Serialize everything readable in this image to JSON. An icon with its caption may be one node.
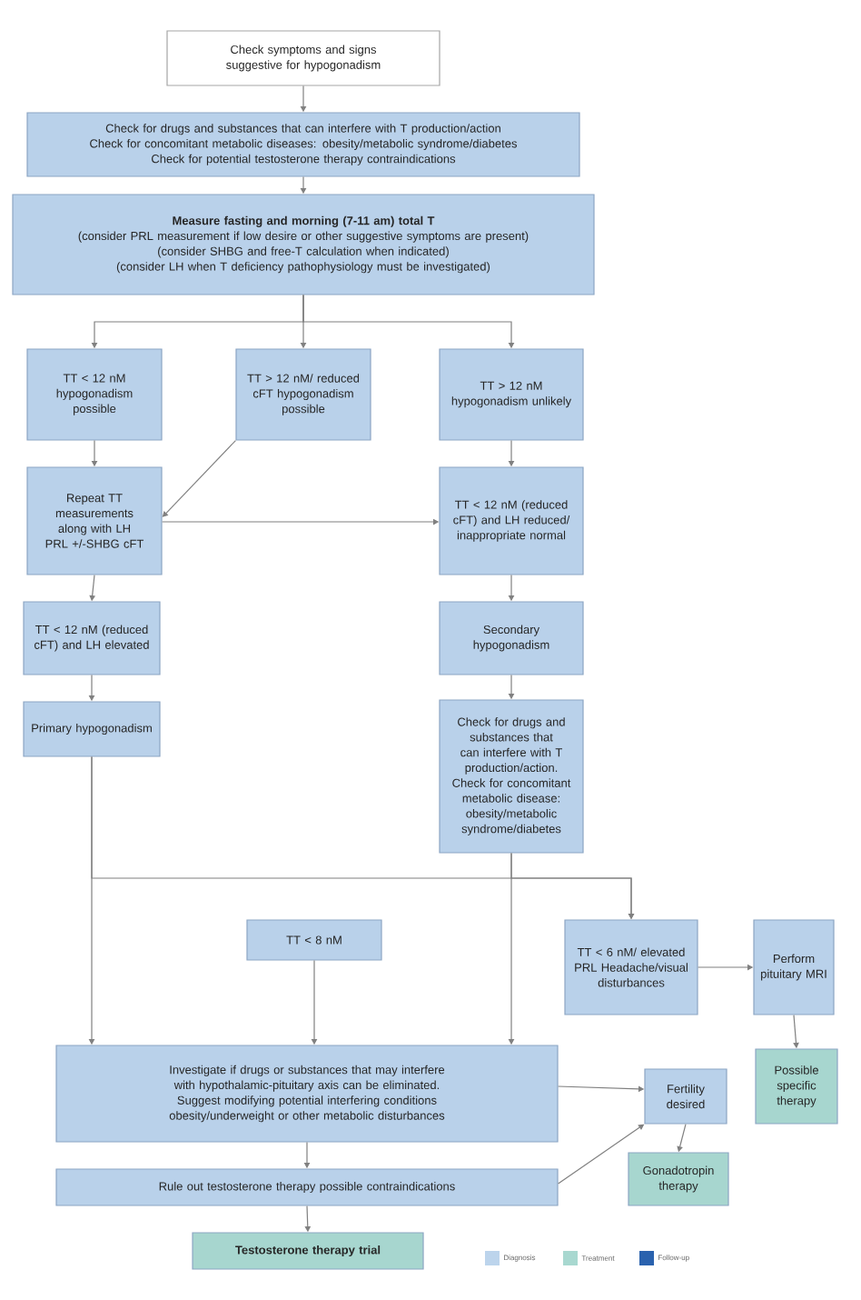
{
  "diagram": {
    "nodes": [
      {
        "text": [
          "Check symptoms and signs suggestive for hypogonadism"
        ]
      },
      {
        "text": [
          "Check for drugs and substances that can interfere with T production/action",
          "Check for concomitant metabolic diseases: obesity/metabolic syndrome/diabetes",
          "Check for potential testosterone therapy contraindications"
        ]
      },
      {
        "text": [
          "Measure fasting and morning (7-11 am) total T",
          "(consider PRL measurement if low desire or other suggestive symptoms are present)",
          "(consider SHBG and free-T calculation when indicated)",
          "(consider LH when T deficiency pathophysiology must be investigated)"
        ]
      },
      {
        "text": [
          "TT < 12 nM hypogonadism possible"
        ]
      },
      {
        "text": [
          "TT > 12 nM/ reduced cFT hypogonadism possible"
        ]
      },
      {
        "text": [
          "TT > 12 nM hypogonadism unlikely"
        ]
      },
      {
        "text": [
          "Repeat TT measurements along with LH PRL +/-SHBG cFT"
        ]
      },
      {
        "text": [
          "TT < 12 nM (reduced cFT) and LH reduced/ inappropriate normal"
        ]
      },
      {
        "text": [
          "TT < 12 nM (reduced cFT) and LH elevated"
        ]
      },
      {
        "text": [
          "Secondary hypogonadism"
        ]
      },
      {
        "text": [
          "Primary hypogonadism"
        ]
      },
      {
        "text": [
          "Check for drugs and substances that can interfere with T production/action.",
          "Check for concomitant metabolic disease: obesity/metabolic syndrome/diabetes"
        ]
      },
      {
        "text": [
          "TT < 8 nM"
        ]
      },
      {
        "text": [
          "TT < 6 nM/ elevated PRL Headache/visual disturbances"
        ]
      },
      {
        "text": [
          "Perform pituitary MRI"
        ]
      },
      {
        "text": [
          "Investigate if drugs or substances that may interfere with hypothalamic-pituitary axis can be eliminated.",
          "Suggest modifying potential interfering conditions obesity/underweight or other metabolic disturbances"
        ]
      },
      {
        "text": [
          "Fertility desired"
        ]
      },
      {
        "text": [
          "Possible specific therapy"
        ]
      },
      {
        "text": [
          "Rule out testosterone therapy possible contraindications"
        ]
      },
      {
        "text": [
          "Gonadotropin therapy"
        ]
      },
      {
        "text": [
          "Testosterone therapy trial"
        ]
      }
    ],
    "edges": [
      {
        "from": 0,
        "to": 1,
        "arrow": "to"
      },
      {
        "from": 1,
        "to": 2,
        "arrow": "to"
      },
      {
        "from": 2,
        "to": 3,
        "arrow": "to"
      },
      {
        "from": 2,
        "to": 4,
        "arrow": "to"
      },
      {
        "from": 2,
        "to": 5,
        "arrow": "to"
      },
      {
        "from": 3,
        "to": 6,
        "arrow": "to"
      },
      {
        "from": 4,
        "to": 6,
        "arrow": "to"
      },
      {
        "from": 6,
        "to": 7,
        "arrow": "to"
      },
      {
        "from": 5,
        "to": 7,
        "arrow": "to"
      },
      {
        "from": 6,
        "to": 8,
        "arrow": "to"
      },
      {
        "from": 7,
        "to": 9,
        "arrow": "to"
      },
      {
        "from": 8,
        "to": 10,
        "arrow": "to"
      },
      {
        "from": 9,
        "to": 11,
        "arrow": "to"
      },
      {
        "from": 10,
        "to": 15,
        "arrow": "to"
      },
      {
        "from": 10,
        "to": 13,
        "arrow": "to"
      },
      {
        "from": 11,
        "to": 15,
        "arrow": "to"
      },
      {
        "from": 11,
        "to": 13,
        "arrow": "to"
      },
      {
        "from": 12,
        "to": 15,
        "arrow": "to"
      },
      {
        "from": 13,
        "to": 14,
        "arrow": "to"
      },
      {
        "from": 14,
        "to": 17,
        "arrow": "to"
      },
      {
        "from": 15,
        "to": 16,
        "arrow": "to"
      },
      {
        "from": 15,
        "to": 18,
        "arrow": "to"
      },
      {
        "from": 18,
        "to": 16,
        "arrow": "to"
      },
      {
        "from": 16,
        "to": 19,
        "arrow": "to"
      },
      {
        "from": 18,
        "to": 20,
        "arrow": "to"
      }
    ],
    "legend": [
      {
        "text": "Diagnosis",
        "color": "#bcd4ec"
      },
      {
        "text": "Treatment",
        "color": "#a8d8d0"
      },
      {
        "text": "Follow-up",
        "color": "#2a62ae"
      }
    ]
  }
}
